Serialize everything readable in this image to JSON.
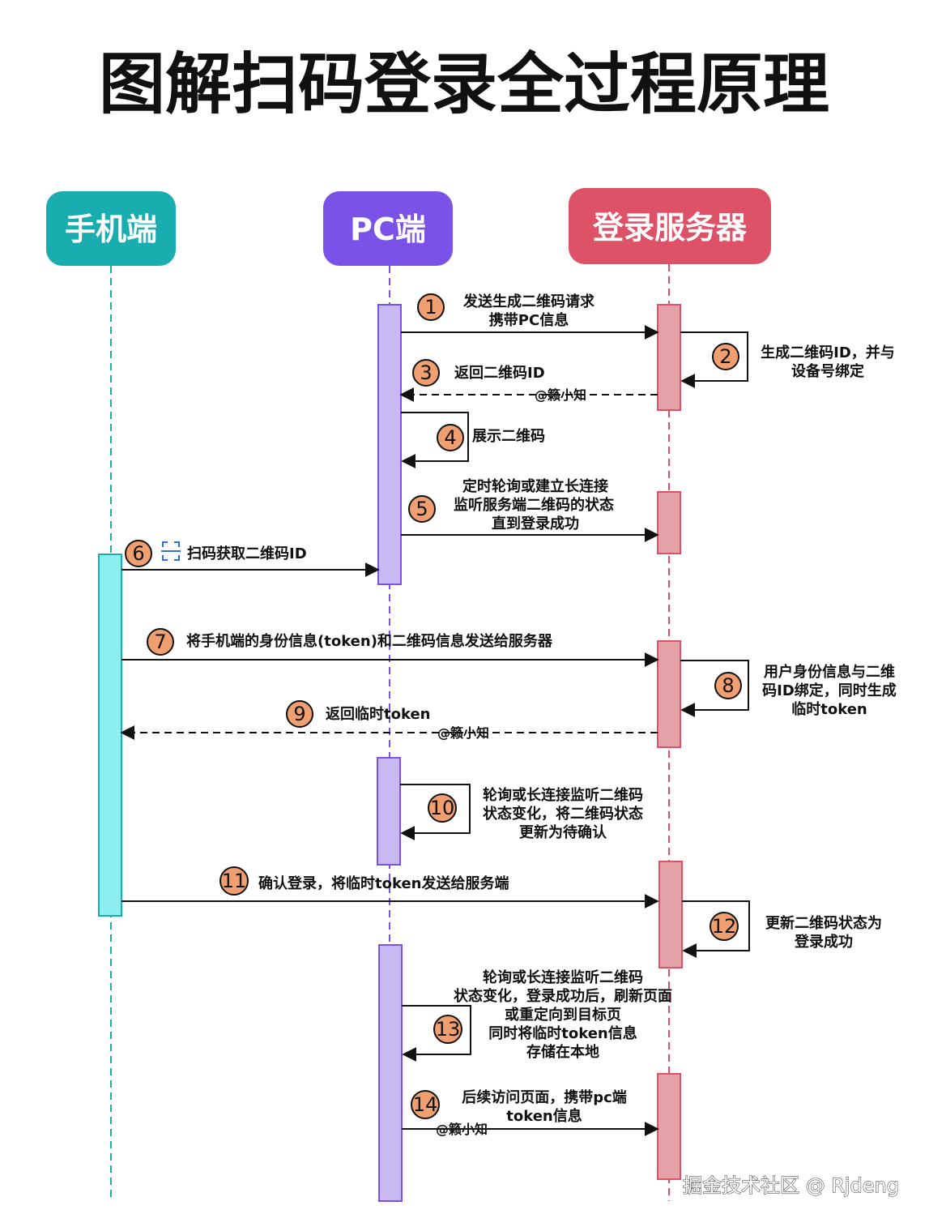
{
  "title": "图解扫码登录全过程原理",
  "actors": {
    "phone": {
      "label": "手机端",
      "color": "#1aadb0"
    },
    "pc": {
      "label": "PC端",
      "color": "#7b52e8"
    },
    "server": {
      "label": "登录服务器",
      "color": "#de5267"
    }
  },
  "steps": [
    {
      "num": "1",
      "lines": [
        "发送生成二维码请求",
        "携带PC信息"
      ]
    },
    {
      "num": "2",
      "lines": [
        "生成二维码ID，并与",
        "设备号绑定"
      ]
    },
    {
      "num": "3",
      "lines": [
        "返回二维码ID"
      ],
      "watermark": "@籁小知"
    },
    {
      "num": "4",
      "lines": [
        "展示二维码"
      ]
    },
    {
      "num": "5",
      "lines": [
        "定时轮询或建立长连接",
        "监听服务端二维码的状态",
        "直到登录成功"
      ]
    },
    {
      "num": "6",
      "lines": [
        "扫码获取二维码ID"
      ]
    },
    {
      "num": "7",
      "lines": [
        "将手机端的身份信息(token)和二维码信息发送给服务器"
      ]
    },
    {
      "num": "8",
      "lines": [
        "用户身份信息与二维",
        "码ID绑定，同时生成",
        "临时token"
      ]
    },
    {
      "num": "9",
      "lines": [
        "返回临时token"
      ],
      "watermark": "@籁小知"
    },
    {
      "num": "10",
      "lines": [
        "轮询或长连接监听二维码",
        "状态变化，将二维码状态",
        "更新为待确认"
      ]
    },
    {
      "num": "11",
      "lines": [
        "确认登录，将临时token发送给服务端"
      ]
    },
    {
      "num": "12",
      "lines": [
        "更新二维码状态为",
        "登录成功"
      ]
    },
    {
      "num": "13",
      "lines": [
        "轮询或长连接监听二维码",
        "状态变化，登录成功后，刷新页面",
        "或重定向到目标页",
        "同时将临时token信息",
        "存储在本地"
      ]
    },
    {
      "num": "14",
      "lines": [
        "后续访问页面，携带pc端",
        "token信息"
      ],
      "watermark": "@籁小知"
    }
  ],
  "footer": "掘金技术社区 @ Rjdeng",
  "icons": {
    "scan": "scan-icon"
  }
}
